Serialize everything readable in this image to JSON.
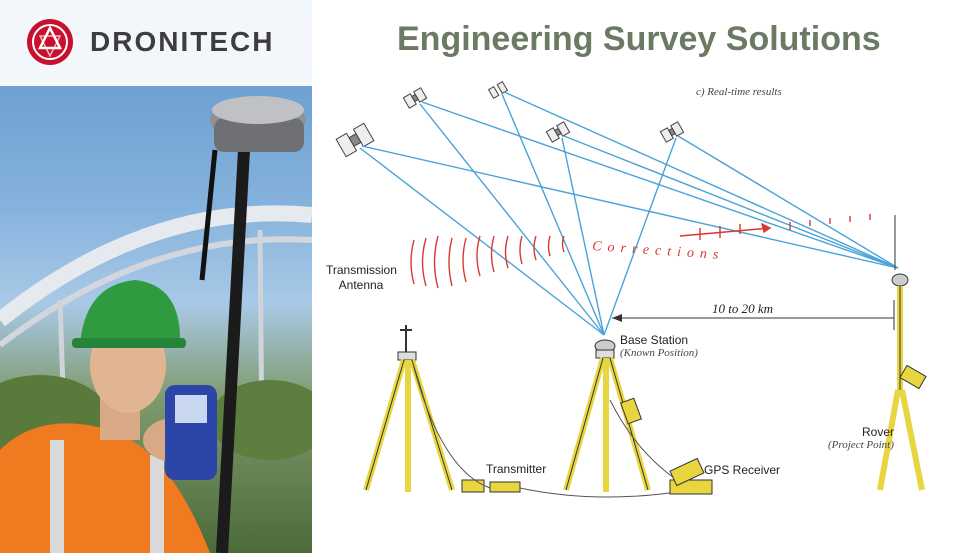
{
  "brand": {
    "name": "DRONITECH",
    "accent_color": "#c8102e",
    "text_color": "#3d3d3d"
  },
  "title": "Engineering Survey Solutions",
  "diagram": {
    "caption": "c) Real-time results",
    "corrections_text": "Corrections",
    "distance_label": "10 to 20 km",
    "transmission_antenna_label": "Transmission Antenna",
    "base_station_label": "Base Station",
    "base_station_sub": "(Known Position)",
    "rover_label": "Rover",
    "rover_sub": "(Project Point)",
    "transmitter_label": "Transmitter",
    "gps_receiver_label": "GPS Receiver",
    "colors": {
      "signal_lines": "#4aa3d8",
      "corrections": "#d9382f",
      "tripod": "#e8d640",
      "title": "#6b7a62"
    }
  },
  "photo": {
    "helmet_color": "#2f9a3f",
    "vest_color": "#f07a1f",
    "sky_color": "#6c9fd3"
  }
}
